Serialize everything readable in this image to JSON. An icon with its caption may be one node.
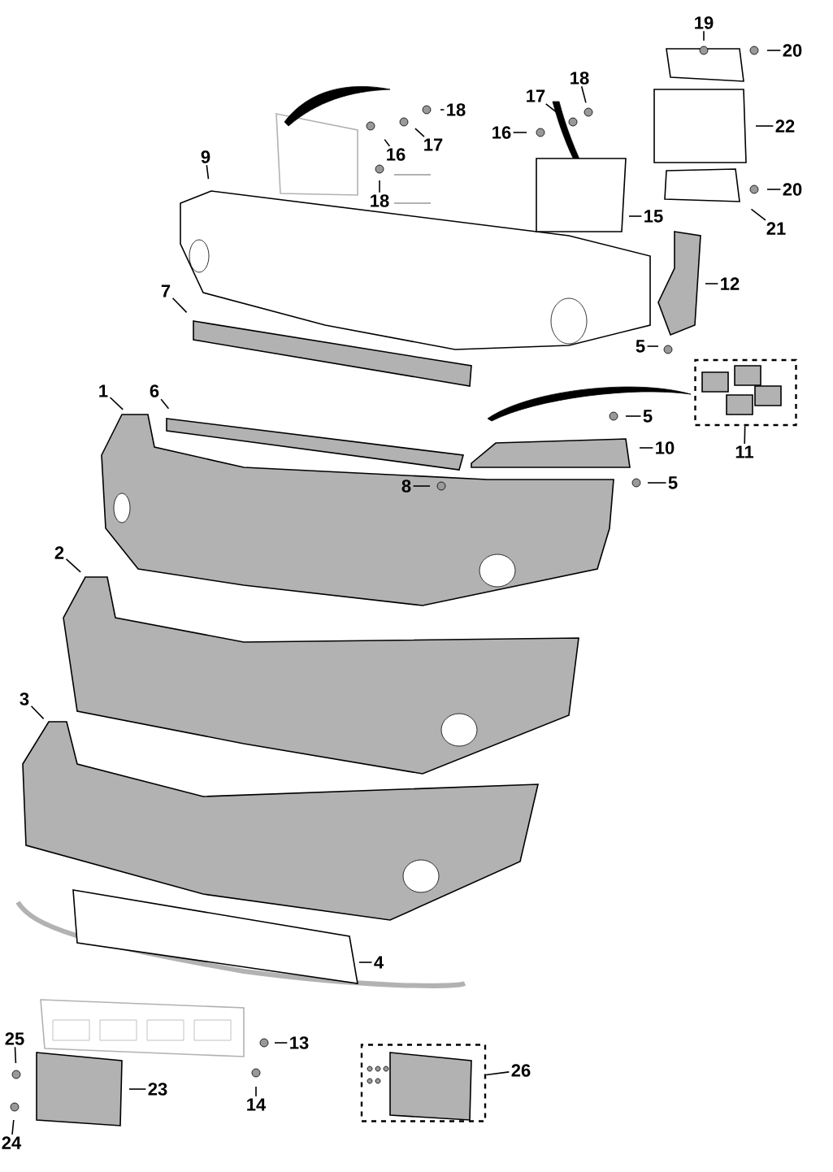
{
  "diagram": {
    "nodes": [
      {
        "text": [
          "19"
        ]
      },
      {
        "text": [
          "20"
        ]
      },
      {
        "text": [
          "18"
        ]
      },
      {
        "text": [
          "17"
        ]
      },
      {
        "text": [
          "16"
        ]
      },
      {
        "text": [
          "18"
        ]
      },
      {
        "text": [
          "17"
        ]
      },
      {
        "text": [
          "16"
        ]
      },
      {
        "text": [
          "22"
        ]
      },
      {
        "text": [
          "9"
        ]
      },
      {
        "text": [
          "18"
        ]
      },
      {
        "text": [
          "20"
        ]
      },
      {
        "text": [
          "15"
        ]
      },
      {
        "text": [
          "21"
        ]
      },
      {
        "text": [
          "12"
        ]
      },
      {
        "text": [
          "7"
        ]
      },
      {
        "text": [
          "5"
        ]
      },
      {
        "text": [
          "1"
        ]
      },
      {
        "text": [
          "6"
        ]
      },
      {
        "text": [
          "5"
        ]
      },
      {
        "text": [
          "10"
        ]
      },
      {
        "text": [
          "11"
        ]
      },
      {
        "text": [
          "8"
        ]
      },
      {
        "text": [
          "5"
        ]
      },
      {
        "text": [
          "2"
        ]
      },
      {
        "text": [
          "3"
        ]
      },
      {
        "text": [
          "4"
        ]
      },
      {
        "text": [
          "25"
        ]
      },
      {
        "text": [
          "13"
        ]
      },
      {
        "text": [
          "23"
        ]
      },
      {
        "text": [
          "26"
        ]
      },
      {
        "text": [
          "14"
        ]
      },
      {
        "text": [
          "24"
        ]
      },
      {
        "text": [],
        "shape": "box"
      },
      {
        "text": [],
        "shape": "box"
      }
    ],
    "edges": [
      {
        "from": 0,
        "to": null,
        "arrow": "none"
      },
      {
        "from": 1,
        "to": null,
        "arrow": "none"
      },
      {
        "from": 2,
        "to": null,
        "arrow": "none"
      },
      {
        "from": 3,
        "to": null,
        "arrow": "none"
      },
      {
        "from": 4,
        "to": null,
        "arrow": "none"
      },
      {
        "from": 5,
        "to": null,
        "arrow": "none"
      },
      {
        "from": 6,
        "to": null,
        "arrow": "none"
      },
      {
        "from": 7,
        "to": null,
        "arrow": "none"
      },
      {
        "from": 8,
        "to": null,
        "arrow": "none"
      },
      {
        "from": 9,
        "to": null,
        "arrow": "none"
      },
      {
        "from": 10,
        "to": null,
        "arrow": "none"
      },
      {
        "from": 11,
        "to": null,
        "arrow": "none"
      },
      {
        "from": 12,
        "to": null,
        "arrow": "none"
      },
      {
        "from": 13,
        "to": null,
        "arrow": "none"
      },
      {
        "from": 14,
        "to": null,
        "arrow": "none"
      },
      {
        "from": 15,
        "to": null,
        "arrow": "none"
      },
      {
        "from": 16,
        "to": null,
        "arrow": "none"
      },
      {
        "from": 17,
        "to": null,
        "arrow": "none"
      },
      {
        "from": 18,
        "to": null,
        "arrow": "none"
      },
      {
        "from": 19,
        "to": null,
        "arrow": "none"
      },
      {
        "from": 20,
        "to": null,
        "arrow": "none"
      },
      {
        "from": 21,
        "to": 33,
        "arrow": "none"
      },
      {
        "from": 22,
        "to": null,
        "arrow": "none"
      },
      {
        "from": 23,
        "to": null,
        "arrow": "none"
      },
      {
        "from": 24,
        "to": null,
        "arrow": "none"
      },
      {
        "from": 25,
        "to": null,
        "arrow": "none"
      },
      {
        "from": 26,
        "to": null,
        "arrow": "none"
      },
      {
        "from": 27,
        "to": null,
        "arrow": "none"
      },
      {
        "from": 28,
        "to": null,
        "arrow": "none"
      },
      {
        "from": 29,
        "to": null,
        "arrow": "none"
      },
      {
        "from": 30,
        "to": 34,
        "arrow": "none"
      },
      {
        "from": 31,
        "to": null,
        "arrow": "none"
      },
      {
        "from": 32,
        "to": null,
        "arrow": "none"
      }
    ]
  }
}
